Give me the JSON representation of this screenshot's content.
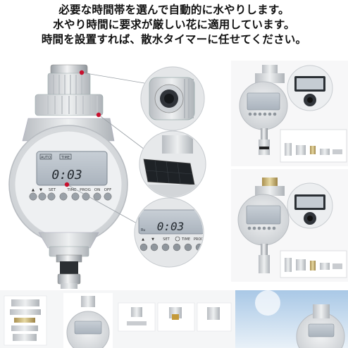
{
  "headline": {
    "line1": "必要な時間帯を選んで自動的に水やりします。",
    "line2": "水やり時間に要求が厳しい花に適用しています。",
    "line3": "時間を設置すれば、散水タイマーに任せてください。"
  },
  "main_timer": {
    "mode_label": "AUTO",
    "time_label": "TIME",
    "display_time": "0:03",
    "buttons": [
      "▲",
      "▼",
      "SET",
      "TIME",
      "PROG",
      "ON",
      "OFF"
    ]
  },
  "zoom_detail": {
    "display_time": "0:03",
    "small_label": "Ru",
    "buttons": [
      "▲",
      "▼",
      "SET",
      "TIME",
      "PROG"
    ]
  },
  "colors": {
    "callout_dot": "#c8102e",
    "lcd_screen": "#b9c2cc",
    "body_silver": "#d9dcdf"
  }
}
